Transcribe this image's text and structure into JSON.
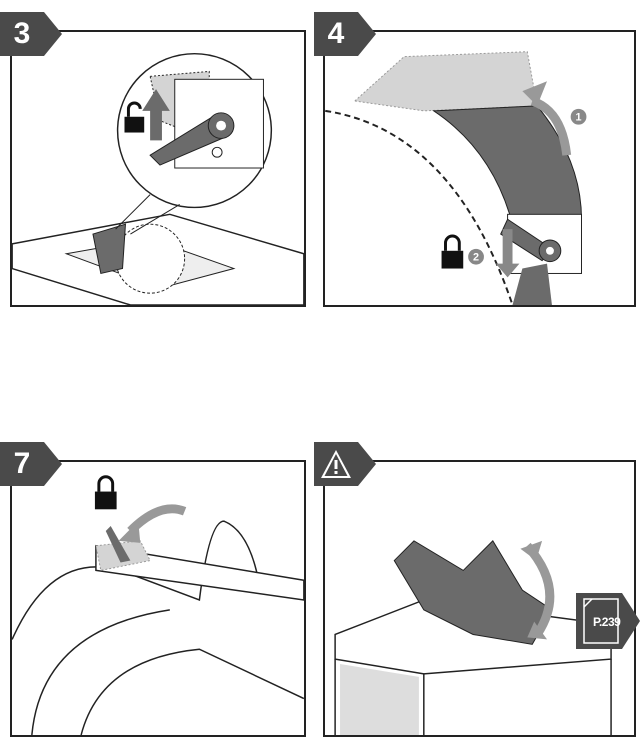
{
  "steps": [
    {
      "number": "3"
    },
    {
      "number": "4",
      "callouts": [
        "1",
        "2"
      ]
    },
    {
      "number": "7"
    },
    {
      "number": "!",
      "icon": "warning-icon",
      "page_ref": "P.239"
    }
  ],
  "colors": {
    "badge": "#4a4a4a",
    "part": "#6b6b6b",
    "ghost": "#d4d4d4",
    "line": "#222222"
  }
}
